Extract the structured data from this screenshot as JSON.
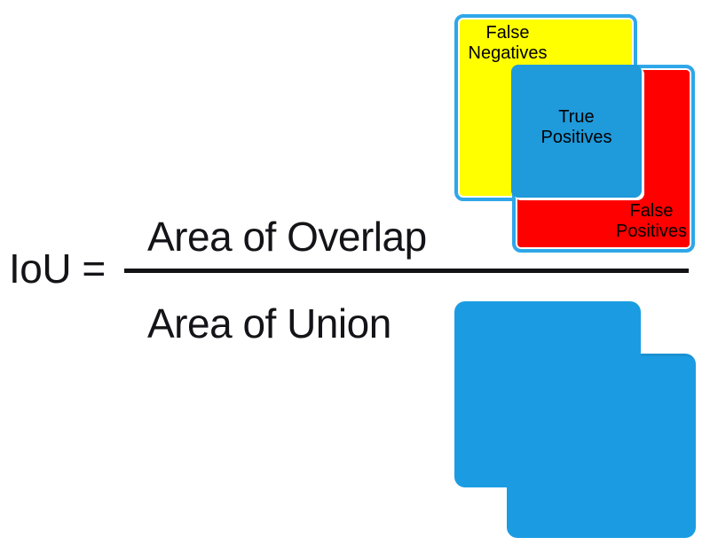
{
  "formula": {
    "lhs": "IoU =",
    "numerator": "Area of Overlap",
    "denominator": "Area of Union"
  },
  "overlap_diagram": {
    "false_negatives_label": "False Negatives",
    "true_positives_label": "True Positives",
    "false_positives_label": "False Positives"
  },
  "colors": {
    "box-border-blue": "#2FA7E9",
    "overlap-blue": "#1F9ADB",
    "union-blue": "#1B9CE2",
    "false-negative-yellow": "#FFFF00",
    "false-positive-red": "#FE0000",
    "formula-ink": "#141418"
  }
}
